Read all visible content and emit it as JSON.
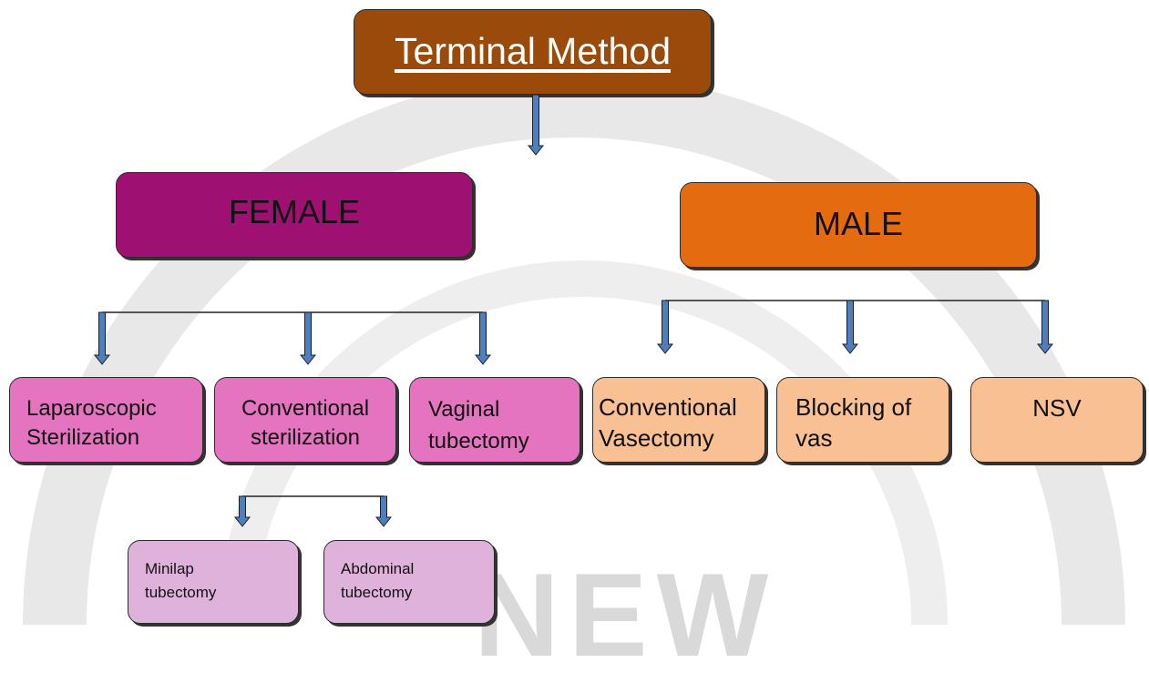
{
  "title": "Terminal Method",
  "female": {
    "label": "FEMALE",
    "methods": [
      "Laparoscopic\nSterilization",
      "Conventional\nsterilization",
      "Vaginal\ntubectomy"
    ],
    "sub_methods": [
      "Minilap\ntubectomy",
      "Abdominal\ntubectomy"
    ]
  },
  "male": {
    "label": "MALE",
    "methods": [
      "Conventional\nVasectomy",
      "Blocking of\nvas",
      "NSV"
    ]
  },
  "watermark": "NEW",
  "colors": {
    "title_bg": "#9a4a0b",
    "female_bg": "#9e1173",
    "female_method_bg": "#e474c0",
    "female_sub_bg": "#dfb2dc",
    "male_bg": "#e56b10",
    "male_method_bg": "#f9c094",
    "arrow": "#4d7fc0"
  }
}
